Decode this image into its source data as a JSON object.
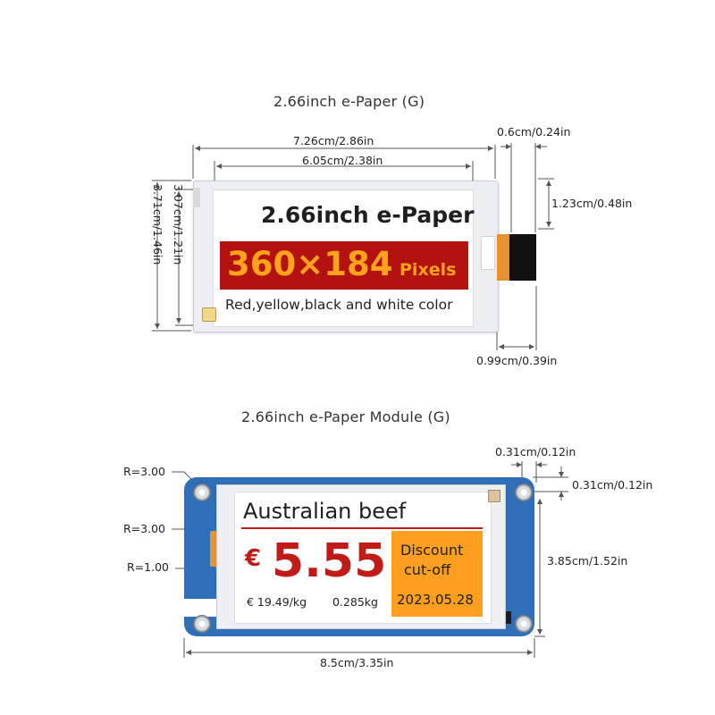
{
  "panel": {
    "title": "2.66inch e-Paper (G)",
    "screen": {
      "heading": "2.66inch e-Paper",
      "resolution": "360×184",
      "pixels_word": "Pixels",
      "colors": "Red,yellow,black and white color"
    },
    "dims": {
      "outer_width": "7.26cm/2.86in",
      "active_width": "6.05cm/2.38in",
      "fpc_width": "0.6cm/0.24in",
      "fpc_height": "1.23cm/0.48in",
      "fpc_length": "0.99cm/0.39in",
      "outer_height": "3.71cm/1.46in",
      "active_height": "3.07cm/1.21in"
    }
  },
  "module": {
    "title": "2.66inch e-Paper Module (G)",
    "screen": {
      "product": "Australian beef",
      "currency": "€",
      "price": "5.55",
      "unit_price": "€ 19.49/kg",
      "weight": "0.285kg",
      "promo_line1": "Discount",
      "promo_line2": "cut-off",
      "promo_date": "2023.05.28"
    },
    "dims": {
      "radius_1": "R=3.00",
      "radius_2": "R=3.00",
      "radius_3": "R=1.00",
      "hole_offset_x": "0.31cm/0.12in",
      "hole_offset_y": "0.31cm/0.12in",
      "height": "3.85cm/1.52in",
      "width": "8.5cm/3.35in"
    }
  },
  "colors": {
    "epaper_red": "#b3120f",
    "epaper_yellow": "#ffa21c",
    "pcb_blue": "#2e6fb7",
    "fpc_orange": "#e59232"
  }
}
